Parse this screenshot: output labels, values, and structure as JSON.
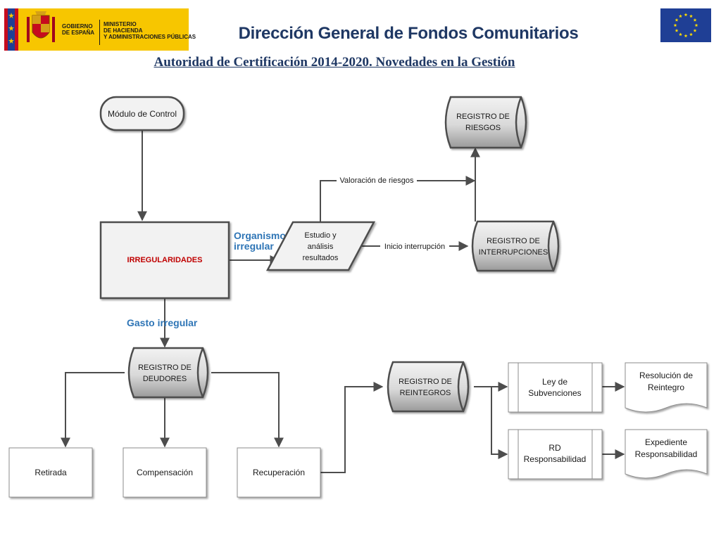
{
  "header": {
    "gov_line1": "GOBIERNO",
    "gov_line2": "DE ESPAÑA",
    "ministry_line1": "MINISTERIO",
    "ministry_line2": "DE HACIENDA",
    "ministry_line3": "Y ADMINISTRACIONES PÚBLICAS",
    "title": "Dirección General de Fondos Comunitarios",
    "subtitle": "Autoridad de Certificación 2014-2020. Novedades en la Gestión"
  },
  "nodes": {
    "modulo_control": "Módulo de Control",
    "registro_riesgos": [
      "REGISTRO DE",
      "RIESGOS"
    ],
    "irregularidades": "IRREGULARIDADES",
    "estudio": [
      "Estudio y",
      "análisis",
      "resultados"
    ],
    "registro_interrupciones": [
      "REGISTRO DE",
      "INTERRUPCIONES"
    ],
    "registro_deudores": [
      "REGISTRO DE",
      "DEUDORES"
    ],
    "registro_reintegros": [
      "REGISTRO DE",
      "REINTEGROS"
    ],
    "ley_subvenciones": [
      "Ley de",
      "Subvenciones"
    ],
    "rd_responsabilidad": [
      "RD",
      "Responsabilidad"
    ],
    "resolucion_reintegro": [
      "Resolución de",
      "Reintegro"
    ],
    "expediente_responsabilidad": [
      "Expediente",
      "Responsabilidad"
    ],
    "retirada": "Retirada",
    "compensacion": "Compensación",
    "recuperacion": "Recuperación"
  },
  "edge_labels": {
    "valoracion_riesgos": "Valoración de riesgos",
    "inicio_interrupcion": "Inicio interrupción",
    "organismo": "Organismo",
    "irregular": "irregular",
    "gasto_irregular": "Gasto irregular"
  },
  "colors": {
    "title": "#1f3864",
    "accent_blue": "#2e75b6",
    "irregularidades_red": "#c00000",
    "line": "#4d4d4d",
    "eu_blue": "#1f3f95",
    "spain_yellow": "#f7c600"
  }
}
